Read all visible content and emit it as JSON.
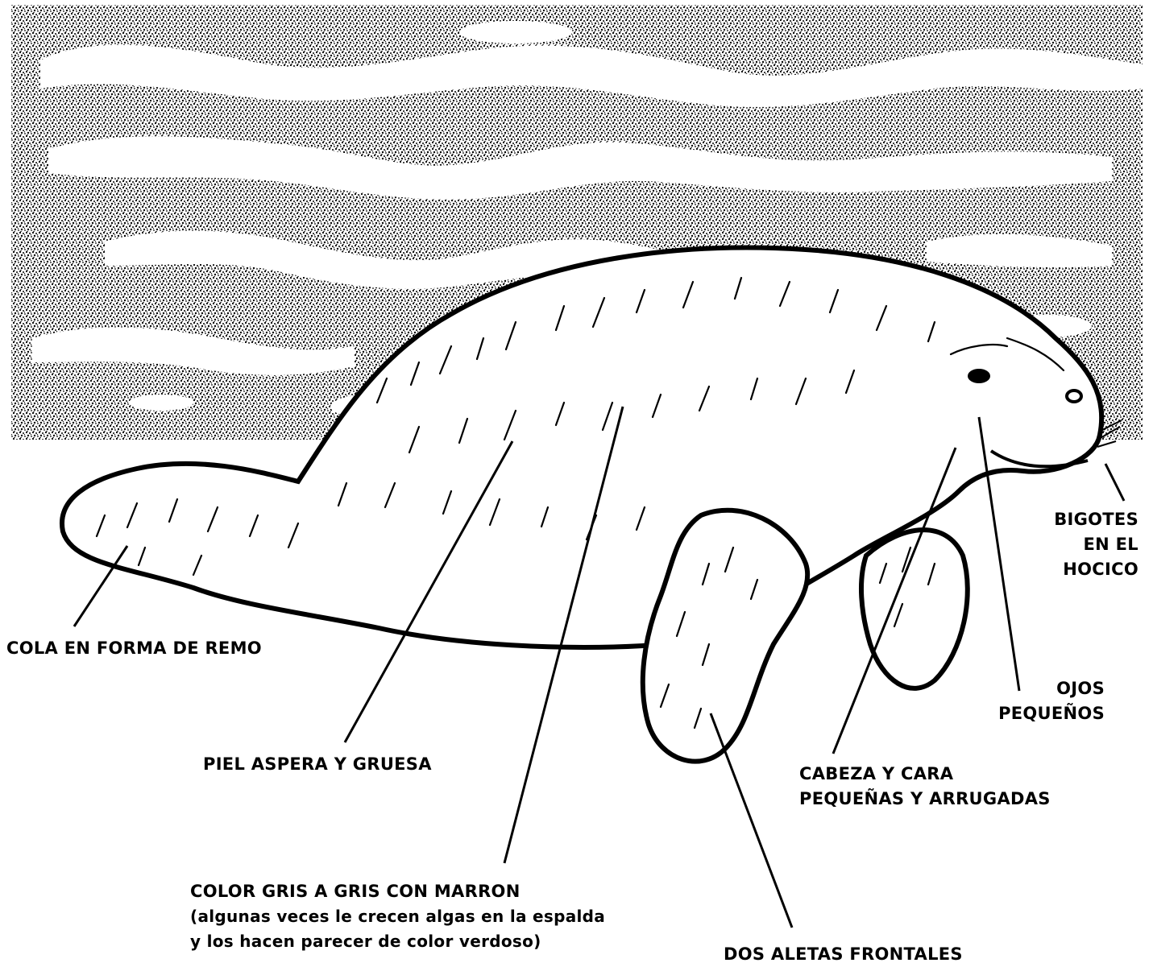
{
  "labels": {
    "tail": "COLA EN FORMA DE REMO",
    "skin": "PIEL ASPERA Y GRUESA",
    "color": {
      "line1": "COLOR GRIS A GRIS CON MARRON",
      "line2": "(algunas veces le crecen algas en la espalda",
      "line3": " y los hacen parecer de  color verdoso)"
    },
    "flippers": "DOS ALETAS FRONTALES",
    "head": {
      "line1": "CABEZA Y CARA",
      "line2": "PEQUEÑAS Y ARRUGADAS"
    },
    "eyes": {
      "line1": "OJOS",
      "line2": "PEQUEÑOS"
    },
    "whiskers": {
      "line1": "BIGOTES",
      "line2": "EN EL",
      "line3": "HOCICO"
    }
  },
  "colors": {
    "ink": "#000000",
    "paper": "#ffffff",
    "water": "#3a3a3a"
  }
}
